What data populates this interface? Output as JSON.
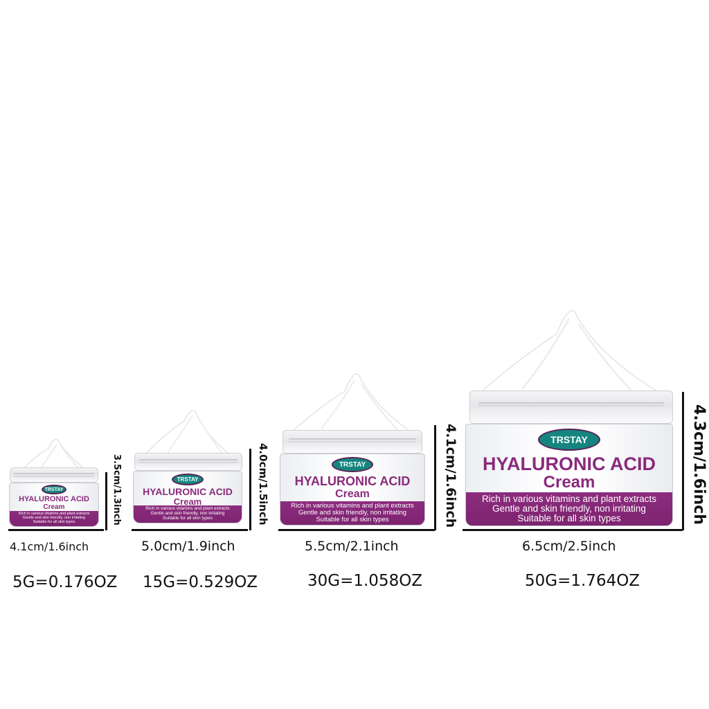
{
  "product": {
    "brand": "TRSTAY",
    "title_line1": "HYALURONIC ACID",
    "title_line2": "Cream",
    "claims": [
      "Rich in various vitamins and plant extracts",
      "Gentle and skin friendly, non irritating",
      "Suitable for all skin types"
    ]
  },
  "colors": {
    "band": "#7d2470",
    "title": "#8a2a7c",
    "badge": "#15867f",
    "background": "#ffffff"
  },
  "jars": [
    {
      "width_label": "4.1cm/1.6inch",
      "height_label": "3.5cm/1.3inch",
      "weight_label": "5G=0.176OZ"
    },
    {
      "width_label": "5.0cm/1.9inch",
      "height_label": "4.0cm/1.5inch",
      "weight_label": "15G=0.529OZ"
    },
    {
      "width_label": "5.5cm/2.1inch",
      "height_label": "4.1cm/1.6inch",
      "weight_label": "30G=1.058OZ"
    },
    {
      "width_label": "6.5cm/2.5inch",
      "height_label": "4.3cm/1.6inch",
      "weight_label": "50G=1.764OZ"
    }
  ]
}
